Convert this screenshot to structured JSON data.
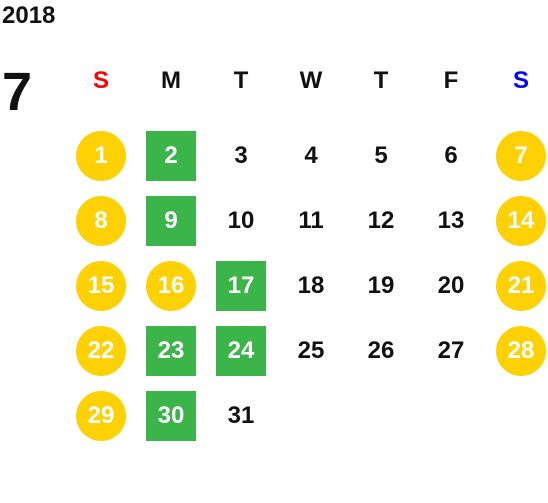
{
  "calendar": {
    "year": "2018",
    "month": "7",
    "colors": {
      "sunday": "#ff0000",
      "saturday": "#0000ff",
      "holiday_circle": "#fdd103",
      "highlight_square": "#3bb54a",
      "text": "#111111"
    },
    "weekdays": [
      {
        "label": "S",
        "color": "#ff0000"
      },
      {
        "label": "M",
        "color": "#111111"
      },
      {
        "label": "T",
        "color": "#111111"
      },
      {
        "label": "W",
        "color": "#111111"
      },
      {
        "label": "T",
        "color": "#111111"
      },
      {
        "label": "F",
        "color": "#111111"
      },
      {
        "label": "S",
        "color": "#0000ff"
      }
    ],
    "days": [
      {
        "day": "1",
        "style": "yellow"
      },
      {
        "day": "2",
        "style": "green"
      },
      {
        "day": "3",
        "style": "plain"
      },
      {
        "day": "4",
        "style": "plain"
      },
      {
        "day": "5",
        "style": "plain"
      },
      {
        "day": "6",
        "style": "plain"
      },
      {
        "day": "7",
        "style": "yellow"
      },
      {
        "day": "8",
        "style": "yellow"
      },
      {
        "day": "9",
        "style": "green"
      },
      {
        "day": "10",
        "style": "plain"
      },
      {
        "day": "11",
        "style": "plain"
      },
      {
        "day": "12",
        "style": "plain"
      },
      {
        "day": "13",
        "style": "plain"
      },
      {
        "day": "14",
        "style": "yellow"
      },
      {
        "day": "15",
        "style": "yellow"
      },
      {
        "day": "16",
        "style": "yellow"
      },
      {
        "day": "17",
        "style": "green"
      },
      {
        "day": "18",
        "style": "plain"
      },
      {
        "day": "19",
        "style": "plain"
      },
      {
        "day": "20",
        "style": "plain"
      },
      {
        "day": "21",
        "style": "yellow"
      },
      {
        "day": "22",
        "style": "yellow"
      },
      {
        "day": "23",
        "style": "green"
      },
      {
        "day": "24",
        "style": "green"
      },
      {
        "day": "25",
        "style": "plain"
      },
      {
        "day": "26",
        "style": "plain"
      },
      {
        "day": "27",
        "style": "plain"
      },
      {
        "day": "28",
        "style": "yellow"
      },
      {
        "day": "29",
        "style": "yellow"
      },
      {
        "day": "30",
        "style": "green"
      },
      {
        "day": "31",
        "style": "plain"
      }
    ]
  }
}
